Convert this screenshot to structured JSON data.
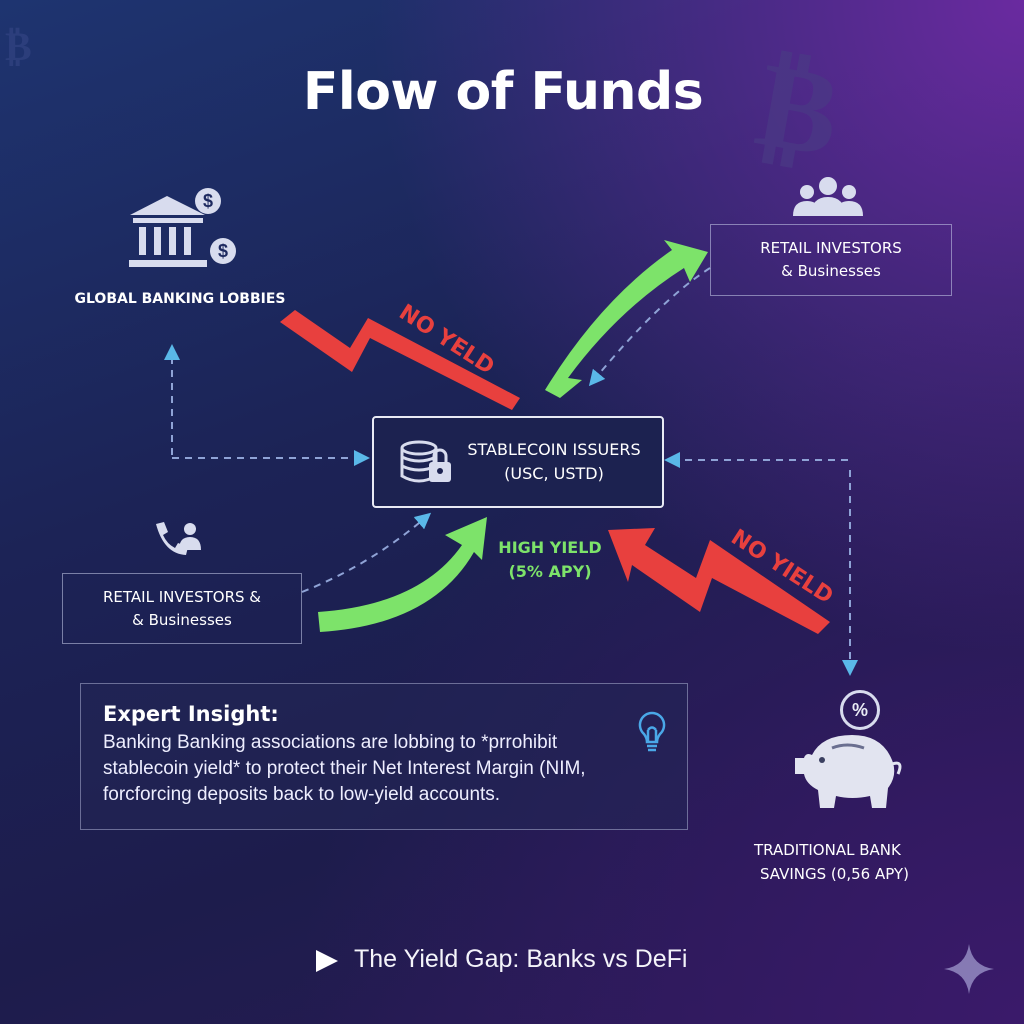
{
  "title": "Flow of Funds",
  "nodes": {
    "banking_lobbies": "GLOBAL BANKING LOBBIES",
    "retail_top": [
      "RETAIL INVESTORS",
      "& Businesses"
    ],
    "stablecoin": [
      "STABLECOIN ISSUERS",
      "(USC, USTD)"
    ],
    "retail_left": [
      "RETAIL INVESTORS &",
      "& Businesses"
    ],
    "traditional": [
      "TRADITIONAL BANK",
      "SAVINGS (0,56 APY)"
    ]
  },
  "flows": {
    "no_yield_top": "NO YELD",
    "no_yield_bottom": "NO YIELD",
    "high_yield": [
      "HIGH YIELD",
      "(5% APY)"
    ]
  },
  "insight": {
    "heading": "Expert Insight:",
    "body": "Banking Banking associations are lobbing to *prrohibit stablecoin yield*  to protect their Net Interest Margin (NIM, forcforcing deposits back to low-yield accounts."
  },
  "caption": "The Yield Gap: Banks vs DeFi",
  "colors": {
    "green": "#7de36a",
    "red": "#e8403e",
    "dash": "#8fa3d6",
    "arrowhead": "#5ab8e8"
  },
  "icons": [
    "bitcoin-icon",
    "bank-icon",
    "dollar-icon",
    "people-icon",
    "coins-lock-icon",
    "phone-user-icon",
    "lightbulb-icon",
    "piggy-bank-icon",
    "percent-icon",
    "play-icon",
    "sparkle-icon"
  ]
}
